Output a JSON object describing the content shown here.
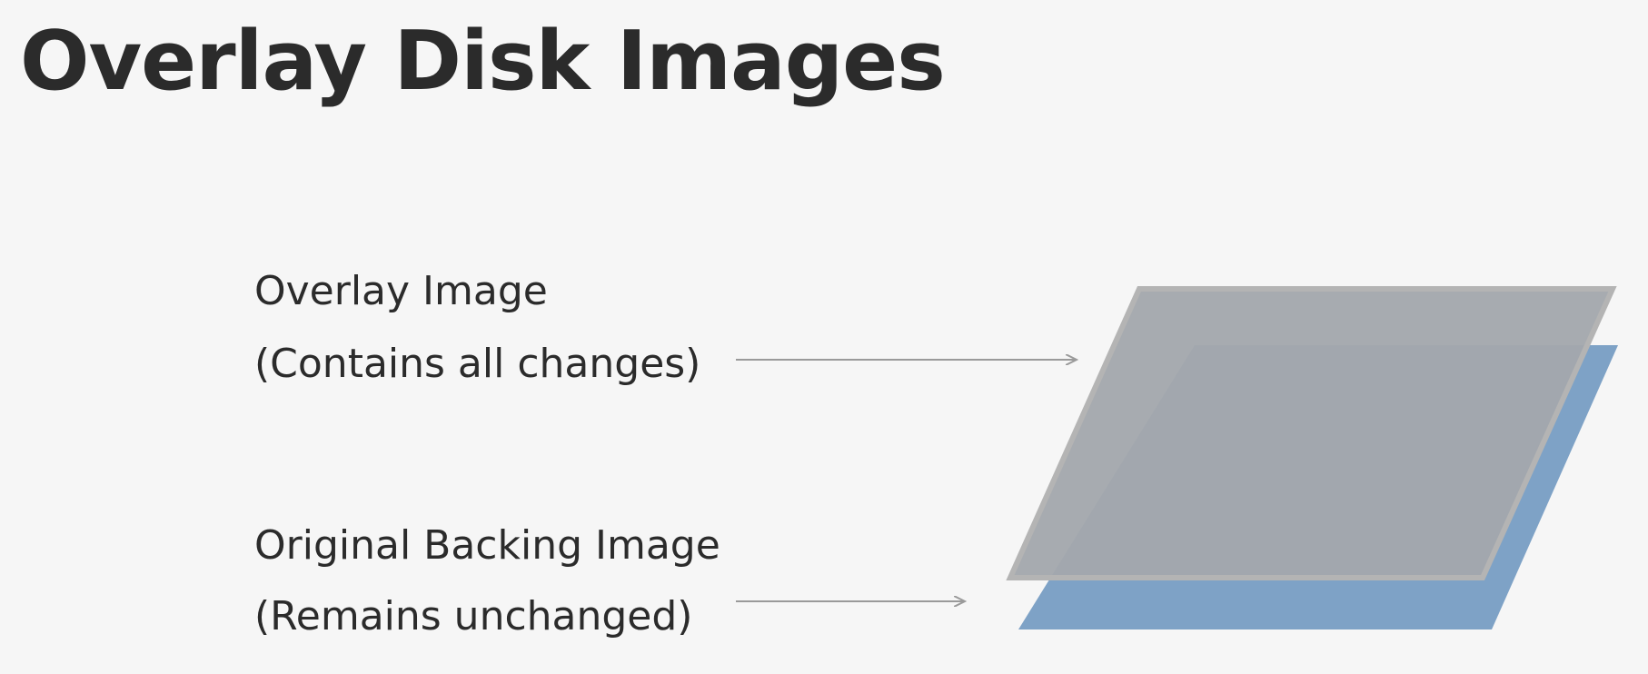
{
  "slide": {
    "title": "Overlay Disk Images"
  },
  "labels": {
    "overlay": {
      "line1": "Overlay Image",
      "line2": "(Contains all changes)"
    },
    "backing": {
      "line1": "Original Backing Image",
      "line2": "(Remains unchanged)"
    }
  },
  "colors": {
    "background": "#f6f6f6",
    "text": "#2b2b2b",
    "overlay_fill": "#a3a8ad",
    "overlay_border": "#b0b0b0",
    "backing_fill": "#7ea2c6",
    "arrow": "#9a9a9a"
  }
}
